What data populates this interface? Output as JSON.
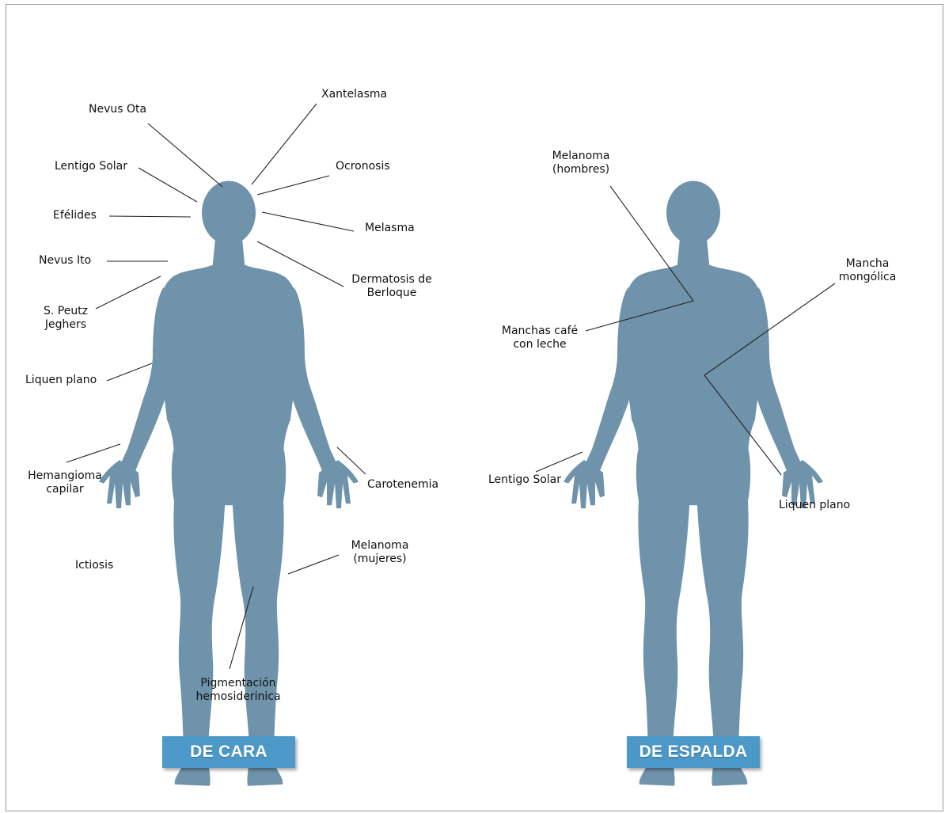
{
  "figure_color": "#6f93ab",
  "button_color": "#4b98c9",
  "front": {
    "view_button": "DE CARA",
    "labels": {
      "nevus_ota": "Nevus Ota",
      "xantelasma": "Xantelasma",
      "lentigo_solar": "Lentigo Solar",
      "ocronosis": "Ocronosis",
      "efelides": "Efélides",
      "melasma": "Melasma",
      "nevus_ito": "Nevus Ito",
      "dermatosis_1": "Dermatosis de",
      "dermatosis_2": "Berloque",
      "peutz_1": "S. Peutz",
      "peutz_2": "Jeghers",
      "liquen_plano": "Liquen plano",
      "hemangioma_1": "Hemangioma",
      "hemangioma_2": "capilar",
      "carotenemia": "Carotenemia",
      "ictiosis": "Ictiosis",
      "melanoma_1": "Melanoma",
      "melanoma_2": "(mujeres)",
      "pigmentacion_1": "Pigmentación",
      "pigmentacion_2": "hemosiderinica"
    }
  },
  "back": {
    "view_button": "DE ESPALDA",
    "labels": {
      "melanoma_1": "Melanoma",
      "melanoma_2": "(hombres)",
      "mancha_1": "Mancha",
      "mancha_2": "mongólica",
      "cafe_1": "Manchas café",
      "cafe_2": "con leche",
      "lentigo_solar": "Lentigo Solar",
      "liquen_plano": "Liquen plano"
    }
  }
}
